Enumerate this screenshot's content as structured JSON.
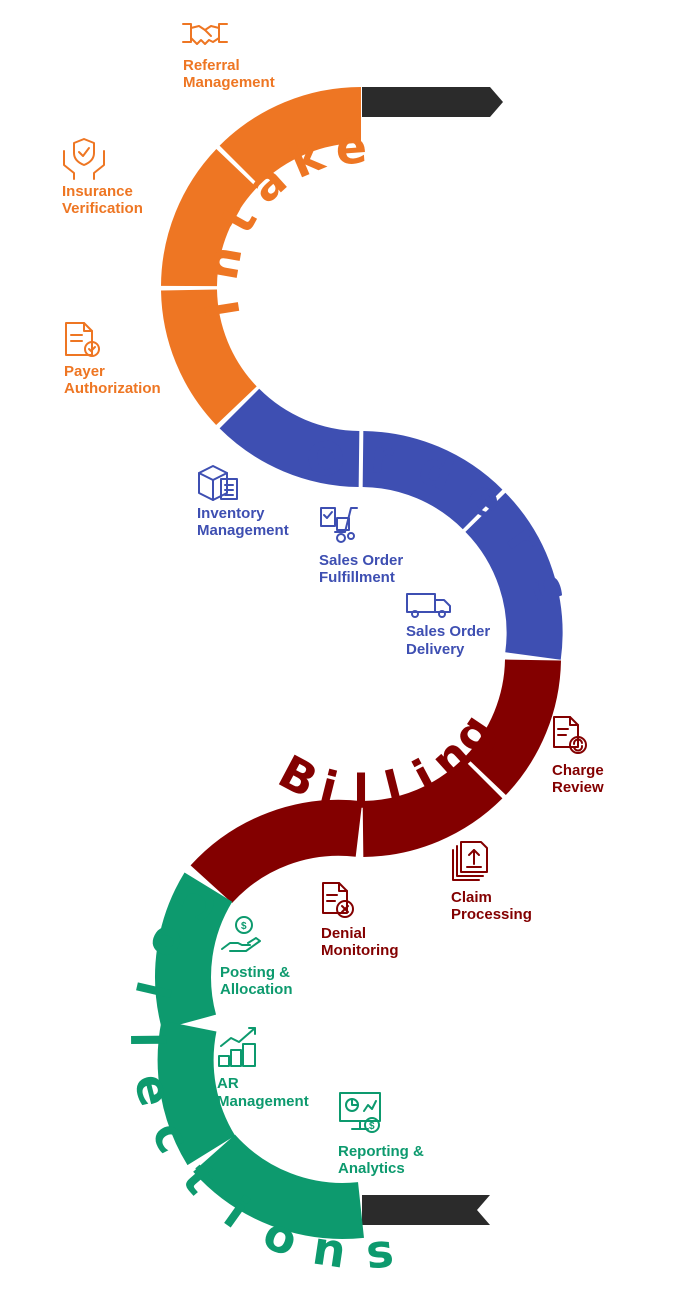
{
  "colors": {
    "intake": "#ee7623",
    "orders": "#3e4fb2",
    "billing": "#830000",
    "collections": "#0d9a6e",
    "ribbon": "#2b2b2b"
  },
  "stages": {
    "intake": {
      "label": "Intake"
    },
    "orders": {
      "label": "Orders"
    },
    "billing": {
      "label": "Billing"
    },
    "collections": {
      "label": "Collections"
    }
  },
  "steps": {
    "referral_management": {
      "line1": "Referral",
      "line2": "Management",
      "icon": "handshake-icon"
    },
    "insurance_verification": {
      "line1": "Insurance",
      "line2": "Verification",
      "icon": "shield-hands-icon"
    },
    "payer_authorization": {
      "line1": "Payer",
      "line2": "Authorization",
      "icon": "document-check-icon"
    },
    "inventory_management": {
      "line1": "Inventory",
      "line2": "Management",
      "icon": "box-clipboard-icon"
    },
    "sales_order_fulfillment": {
      "line1": "Sales Order",
      "line2": "Fulfillment",
      "icon": "hand-truck-icon"
    },
    "sales_order_delivery": {
      "line1": "Sales Order",
      "line2": "Delivery",
      "icon": "delivery-truck-icon"
    },
    "charge_review": {
      "line1": "Charge",
      "line2": "Review",
      "icon": "document-refresh-icon"
    },
    "claim_processing": {
      "line1": "Claim",
      "line2": "Processing",
      "icon": "stacked-documents-upload-icon"
    },
    "denial_monitoring": {
      "line1": "Denial",
      "line2": "Monitoring",
      "icon": "document-x-icon"
    },
    "posting_allocation": {
      "line1": "Posting &",
      "line2": "Allocation",
      "icon": "hand-coin-icon"
    },
    "ar_management": {
      "line1": "AR",
      "line2": "Management",
      "icon": "coins-growth-icon"
    },
    "reporting_analytics": {
      "line1": "Reporting &",
      "line2": "Analytics",
      "icon": "monitor-analytics-icon"
    }
  }
}
